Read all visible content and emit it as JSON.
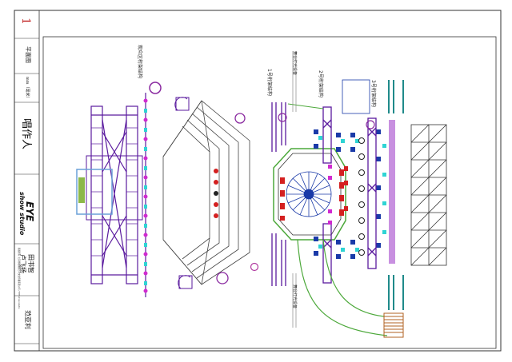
{
  "title_block": {
    "page_number": "1",
    "drawing_name": "平面图",
    "scale_unit": "mm（毫米）",
    "project_name": "唱作人",
    "brand_line1": "EYE",
    "brand_line2": "show studio",
    "designers": [
      "田书智",
      "卢飞扬"
    ],
    "reviewer": "范亚利",
    "copyright": "版权所有 北京视眼映像艺术文化传播有限公司 / EYE show studio"
  },
  "diagram": {
    "label_audience_truss": "观众区桁架结构",
    "label_truss_1": "1号桁架结构",
    "label_truss_2": "2号桁架结构",
    "label_truss_3": "3号桁架结构",
    "label_stage_lights": "舞台灯光设备"
  },
  "colors": {
    "truss": "#5a1a9e",
    "stage_lines": "#333333",
    "light_blue": "#1a3aa8",
    "light_cyan": "#2fd4d4",
    "light_magenta": "#d02ad0",
    "light_red": "#d42020",
    "cable_green": "#4ca83a",
    "teal_bar": "#1f8a8a",
    "stairs": "#b06020"
  }
}
